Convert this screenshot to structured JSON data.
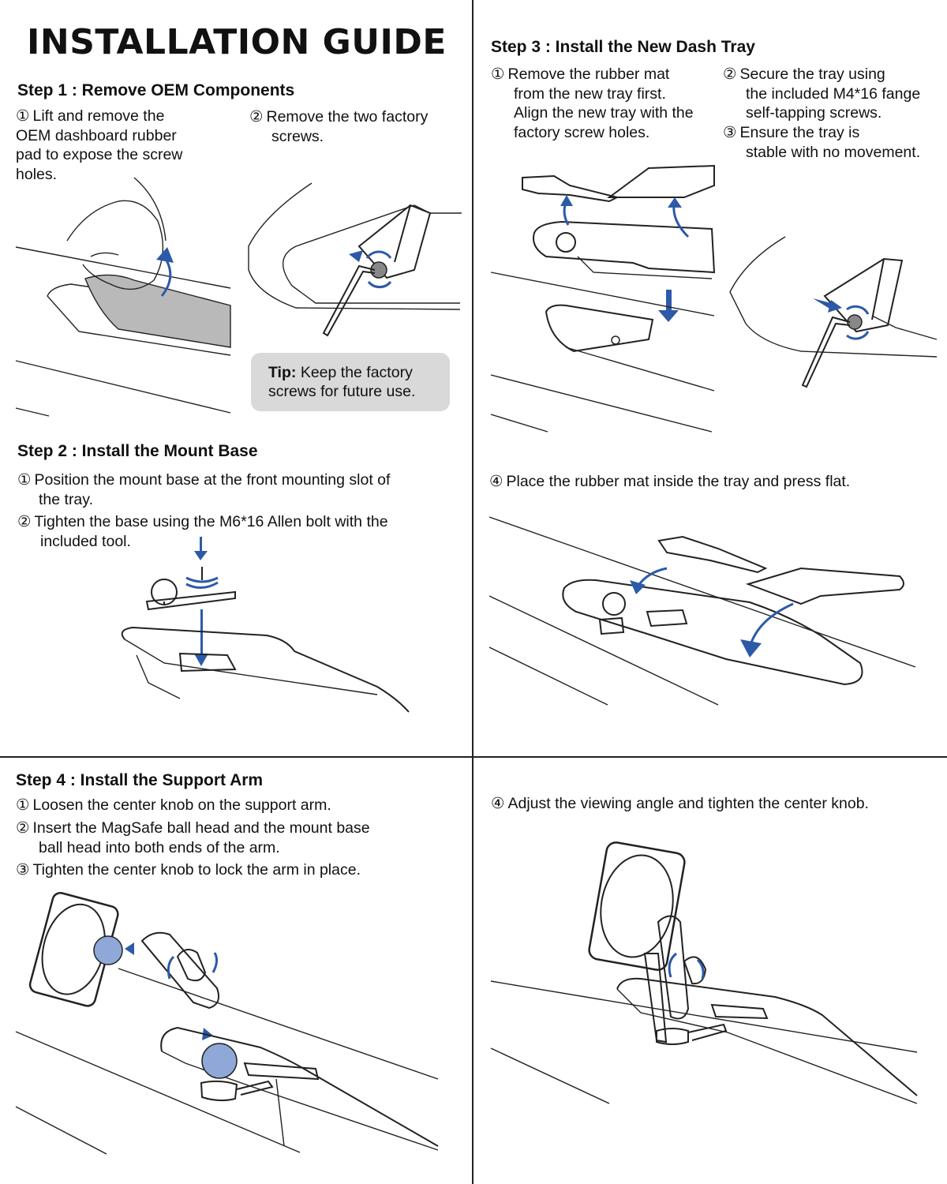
{
  "title": "INSTALLATION GUIDE",
  "step1": {
    "heading": "Step 1 : Remove OEM Components",
    "item1_num": "①",
    "item1_lines": [
      "Lift and remove the",
      "OEM dashboard rubber",
      "pad to expose the screw",
      "holes."
    ],
    "item2_num": "②",
    "item2_lines": [
      "Remove the two factory",
      "screws."
    ],
    "tip_label": "Tip:",
    "tip_lines": [
      "Keep the factory",
      "screws for future use."
    ]
  },
  "step2": {
    "heading": "Step 2 : Install the Mount Base",
    "item1_num": "①",
    "item1_lines": [
      "Position the mount base at the front mounting slot of",
      "the tray."
    ],
    "item2_num": "②",
    "item2_lines": [
      "Tighten the base using the M6*16 Allen bolt with the",
      "included  tool."
    ]
  },
  "step3": {
    "heading": "Step 3 : Install the New Dash Tray",
    "item1_num": "①",
    "item1_lines": [
      "Remove the rubber mat",
      "from the new tray first.",
      "Align the new tray with the",
      "factory screw holes."
    ],
    "item2_num": "②",
    "item2_lines": [
      "Secure the tray using",
      "the included M4*16 fange",
      "self-tapping screws."
    ],
    "item3_num": "③",
    "item3_lines": [
      "Ensure the tray is",
      "stable with no movement."
    ],
    "item4_num": "④",
    "item4_text": "Place the rubber mat inside the tray and press flat."
  },
  "step4": {
    "heading": "Step 4 : Install the Support Arm",
    "item1_num": "①",
    "item1_text": "Loosen the center knob on the support arm.",
    "item2_num": "②",
    "item2_lines": [
      "Insert the MagSafe ball head and the mount base",
      "ball head into both ends of the arm."
    ],
    "item3_num": "③",
    "item3_text": "Tighten the center knob to lock the arm in place.",
    "item4_num": "④",
    "item4_text": "Adjust the viewing angle and tighten the center knob."
  },
  "colors": {
    "accent": "#2c5aa8",
    "tip_bg": "#d9d9d9",
    "line": "#222222"
  }
}
